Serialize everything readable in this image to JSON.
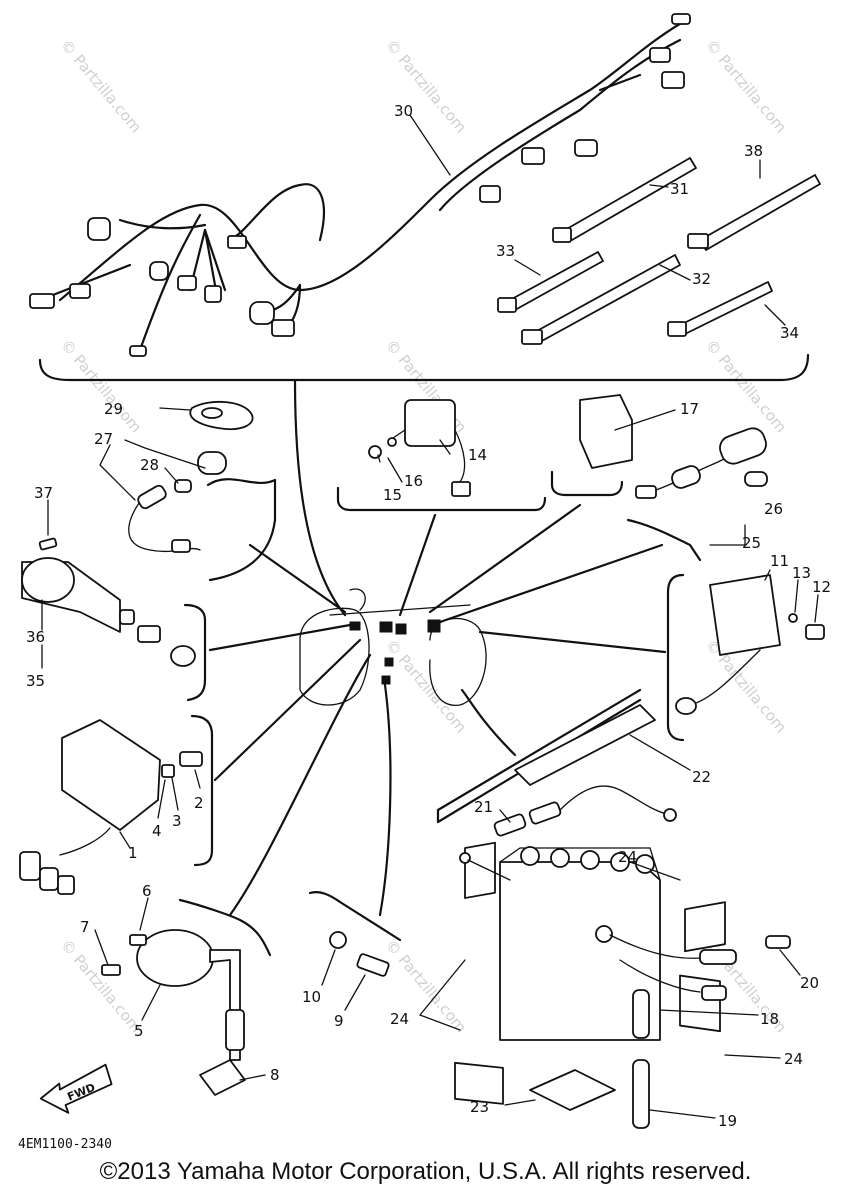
{
  "diagram": {
    "callouts": [
      "1",
      "2",
      "3",
      "4",
      "5",
      "6",
      "7",
      "8",
      "9",
      "10",
      "11",
      "12",
      "13",
      "14",
      "15",
      "16",
      "17",
      "18",
      "19",
      "20",
      "21",
      "22",
      "23",
      "24",
      "25",
      "26",
      "27",
      "28",
      "29",
      "30",
      "31",
      "32",
      "33",
      "34",
      "35",
      "36",
      "37",
      "38"
    ],
    "drawing_code": "4EM1100-2340",
    "forward_marker": "FWD",
    "watermark": "© Partzilla.com"
  },
  "footer": {
    "copyright": "©2013 Yamaha Motor Corporation, U.S.A. All rights reserved."
  }
}
